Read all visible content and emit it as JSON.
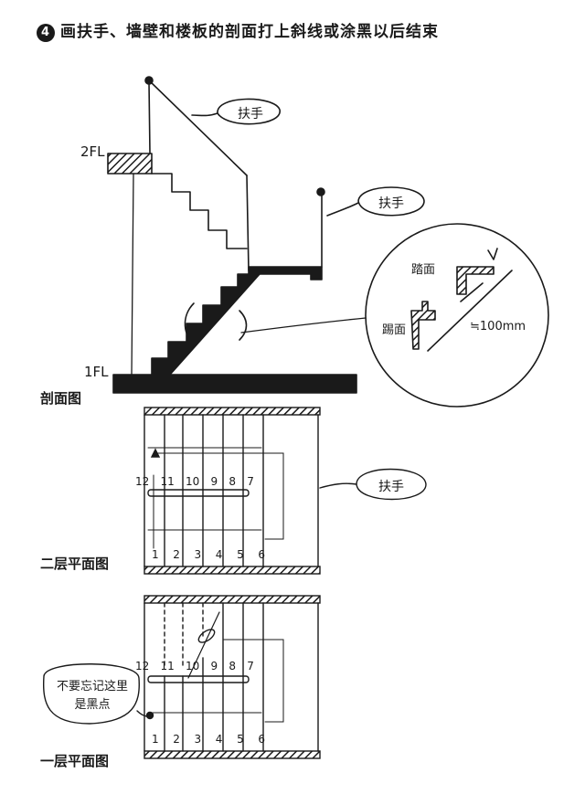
{
  "title": {
    "number": "4",
    "text": "画扶手、墙壁和楼板的剖面打上斜线或涂黑以后结束"
  },
  "section": {
    "label": "剖面图",
    "level_2": "2FL",
    "level_1": "1FL",
    "handrail_callout_1": "扶手",
    "handrail_callout_2": "扶手",
    "detail": {
      "tread": "踏面",
      "riser": "踢面",
      "dimension": "≒100mm"
    }
  },
  "plan_2f": {
    "label": "二层平面图",
    "handrail_callout": "扶手",
    "top_numbers": [
      "12",
      "11",
      "10",
      "9",
      "8",
      "7"
    ],
    "bottom_numbers": [
      "1",
      "2",
      "3",
      "4",
      "5",
      "6"
    ]
  },
  "plan_1f": {
    "label": "一层平面图",
    "note": "不要忘记这里是黑点",
    "top_numbers": [
      "12",
      "11",
      "10",
      "9",
      "8",
      "7"
    ],
    "bottom_numbers": [
      "1",
      "2",
      "3",
      "4",
      "5",
      "6"
    ]
  }
}
